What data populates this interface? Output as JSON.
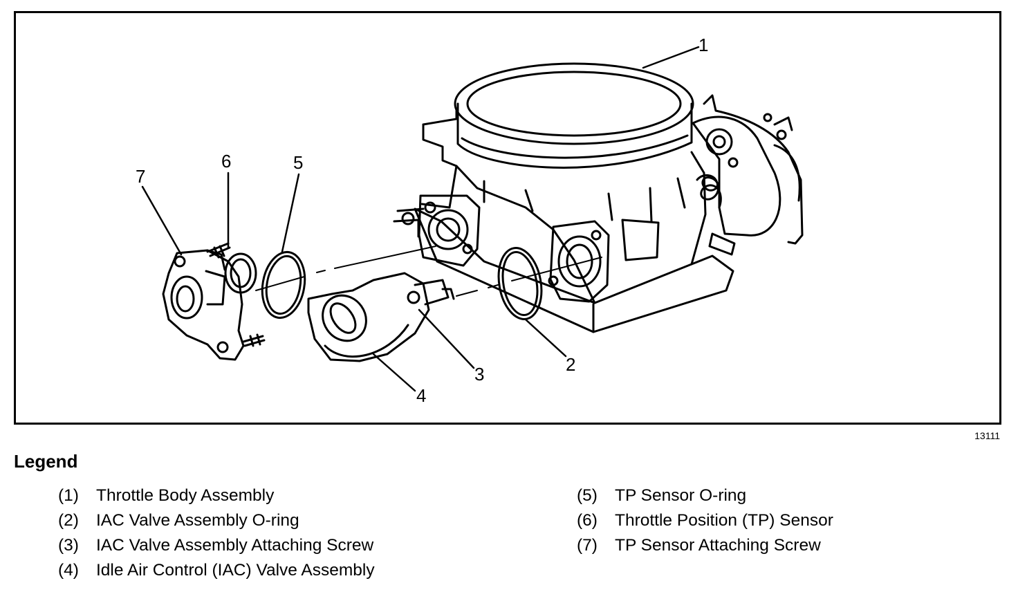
{
  "figure_id": "13111",
  "legend": {
    "title": "Legend",
    "items": [
      {
        "num": "(1)",
        "label": "Throttle Body Assembly"
      },
      {
        "num": "(2)",
        "label": "IAC Valve Assembly O-ring"
      },
      {
        "num": "(3)",
        "label": "IAC Valve Assembly Attaching Screw"
      },
      {
        "num": "(4)",
        "label": "Idle Air Control (IAC) Valve Assembly"
      },
      {
        "num": "(5)",
        "label": "TP Sensor O-ring"
      },
      {
        "num": "(6)",
        "label": "Throttle Position (TP) Sensor"
      },
      {
        "num": "(7)",
        "label": "TP Sensor Attaching Screw"
      }
    ]
  },
  "callouts": [
    "1",
    "2",
    "3",
    "4",
    "5",
    "6",
    "7"
  ]
}
